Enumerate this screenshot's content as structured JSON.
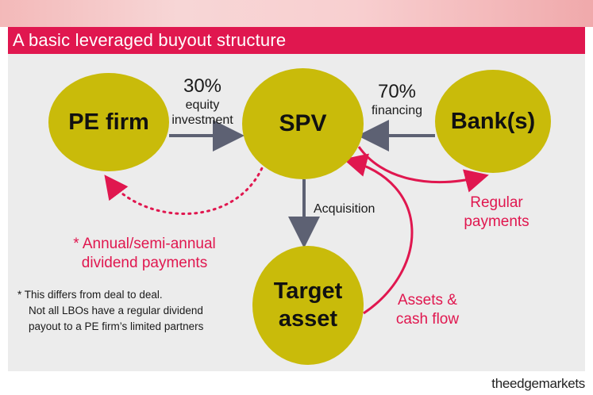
{
  "title": "A basic leveraged buyout structure",
  "nodes": {
    "pe_firm": "PE firm",
    "spv": "SPV",
    "banks": "Bank(s)",
    "target_line1": "Target",
    "target_line2": "asset"
  },
  "edges": {
    "equity_pct": "30%",
    "equity_line1": "equity",
    "equity_line2": "investment",
    "financing_pct": "70%",
    "financing_label": "financing",
    "acquisition_label": "Acquisition",
    "regular_line1": "Regular",
    "regular_line2": "payments",
    "assets_line1": "Assets &",
    "assets_line2": "cash flow",
    "dividend_line1": "* Annual/semi-annual",
    "dividend_line2": "dividend payments"
  },
  "footnote": {
    "line1": "* This differs from deal to deal.",
    "line2": "Not all LBOs have a regular dividend",
    "line3": "payout to a PE firm’s limited partners"
  },
  "credit": "theedgemarkets",
  "colors": {
    "accent": "#e0174f",
    "node_fill": "#c9bb0a",
    "panel": "#ececec",
    "arrow_grey": "#5d6173"
  }
}
